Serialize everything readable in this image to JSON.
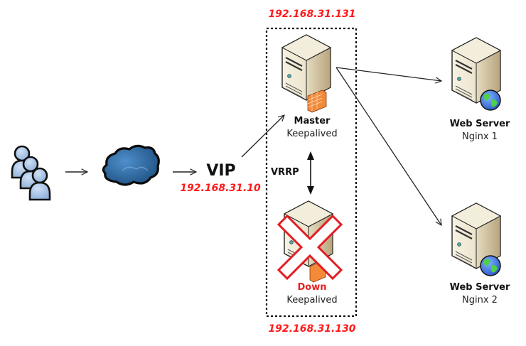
{
  "diagram": {
    "title": "",
    "nodes": {
      "users": {
        "label": "",
        "icon": "users-icon"
      },
      "internet": {
        "label": "",
        "icon": "cloud-icon"
      },
      "vip": {
        "label": "VIP",
        "ip": "192.168.31.10"
      },
      "master": {
        "role": "Master",
        "software": "Keepalived",
        "ip": "192.168.31.131",
        "icon": "server-firewall-icon"
      },
      "backup": {
        "role": "Down",
        "software": "Keepalived",
        "ip": "192.168.31.130",
        "icon": "server-firewall-icon",
        "status": "failed"
      },
      "web1": {
        "role": "Web Server",
        "software": "Nginx 1",
        "icon": "web-server-icon"
      },
      "web2": {
        "role": "Web Server",
        "software": "Nginx 2",
        "icon": "web-server-icon"
      }
    },
    "protocol_label": "VRRP",
    "edges": [
      {
        "from": "users",
        "to": "internet"
      },
      {
        "from": "internet",
        "to": "vip"
      },
      {
        "from": "vip",
        "to": "master"
      },
      {
        "from": "master",
        "to": "backup",
        "label": "VRRP",
        "bidirectional": true
      },
      {
        "from": "master",
        "to": "web1"
      },
      {
        "from": "master",
        "to": "web2"
      }
    ],
    "colors": {
      "ip_text": "#ff1a1a",
      "failure_cross": "#e31e24",
      "user_fill": "#a9c4e6",
      "cloud_fill": "#2e6da4",
      "server_body": "#ece4cc",
      "firewall": "#f07a2a",
      "globe": "#3a7fe0"
    }
  }
}
